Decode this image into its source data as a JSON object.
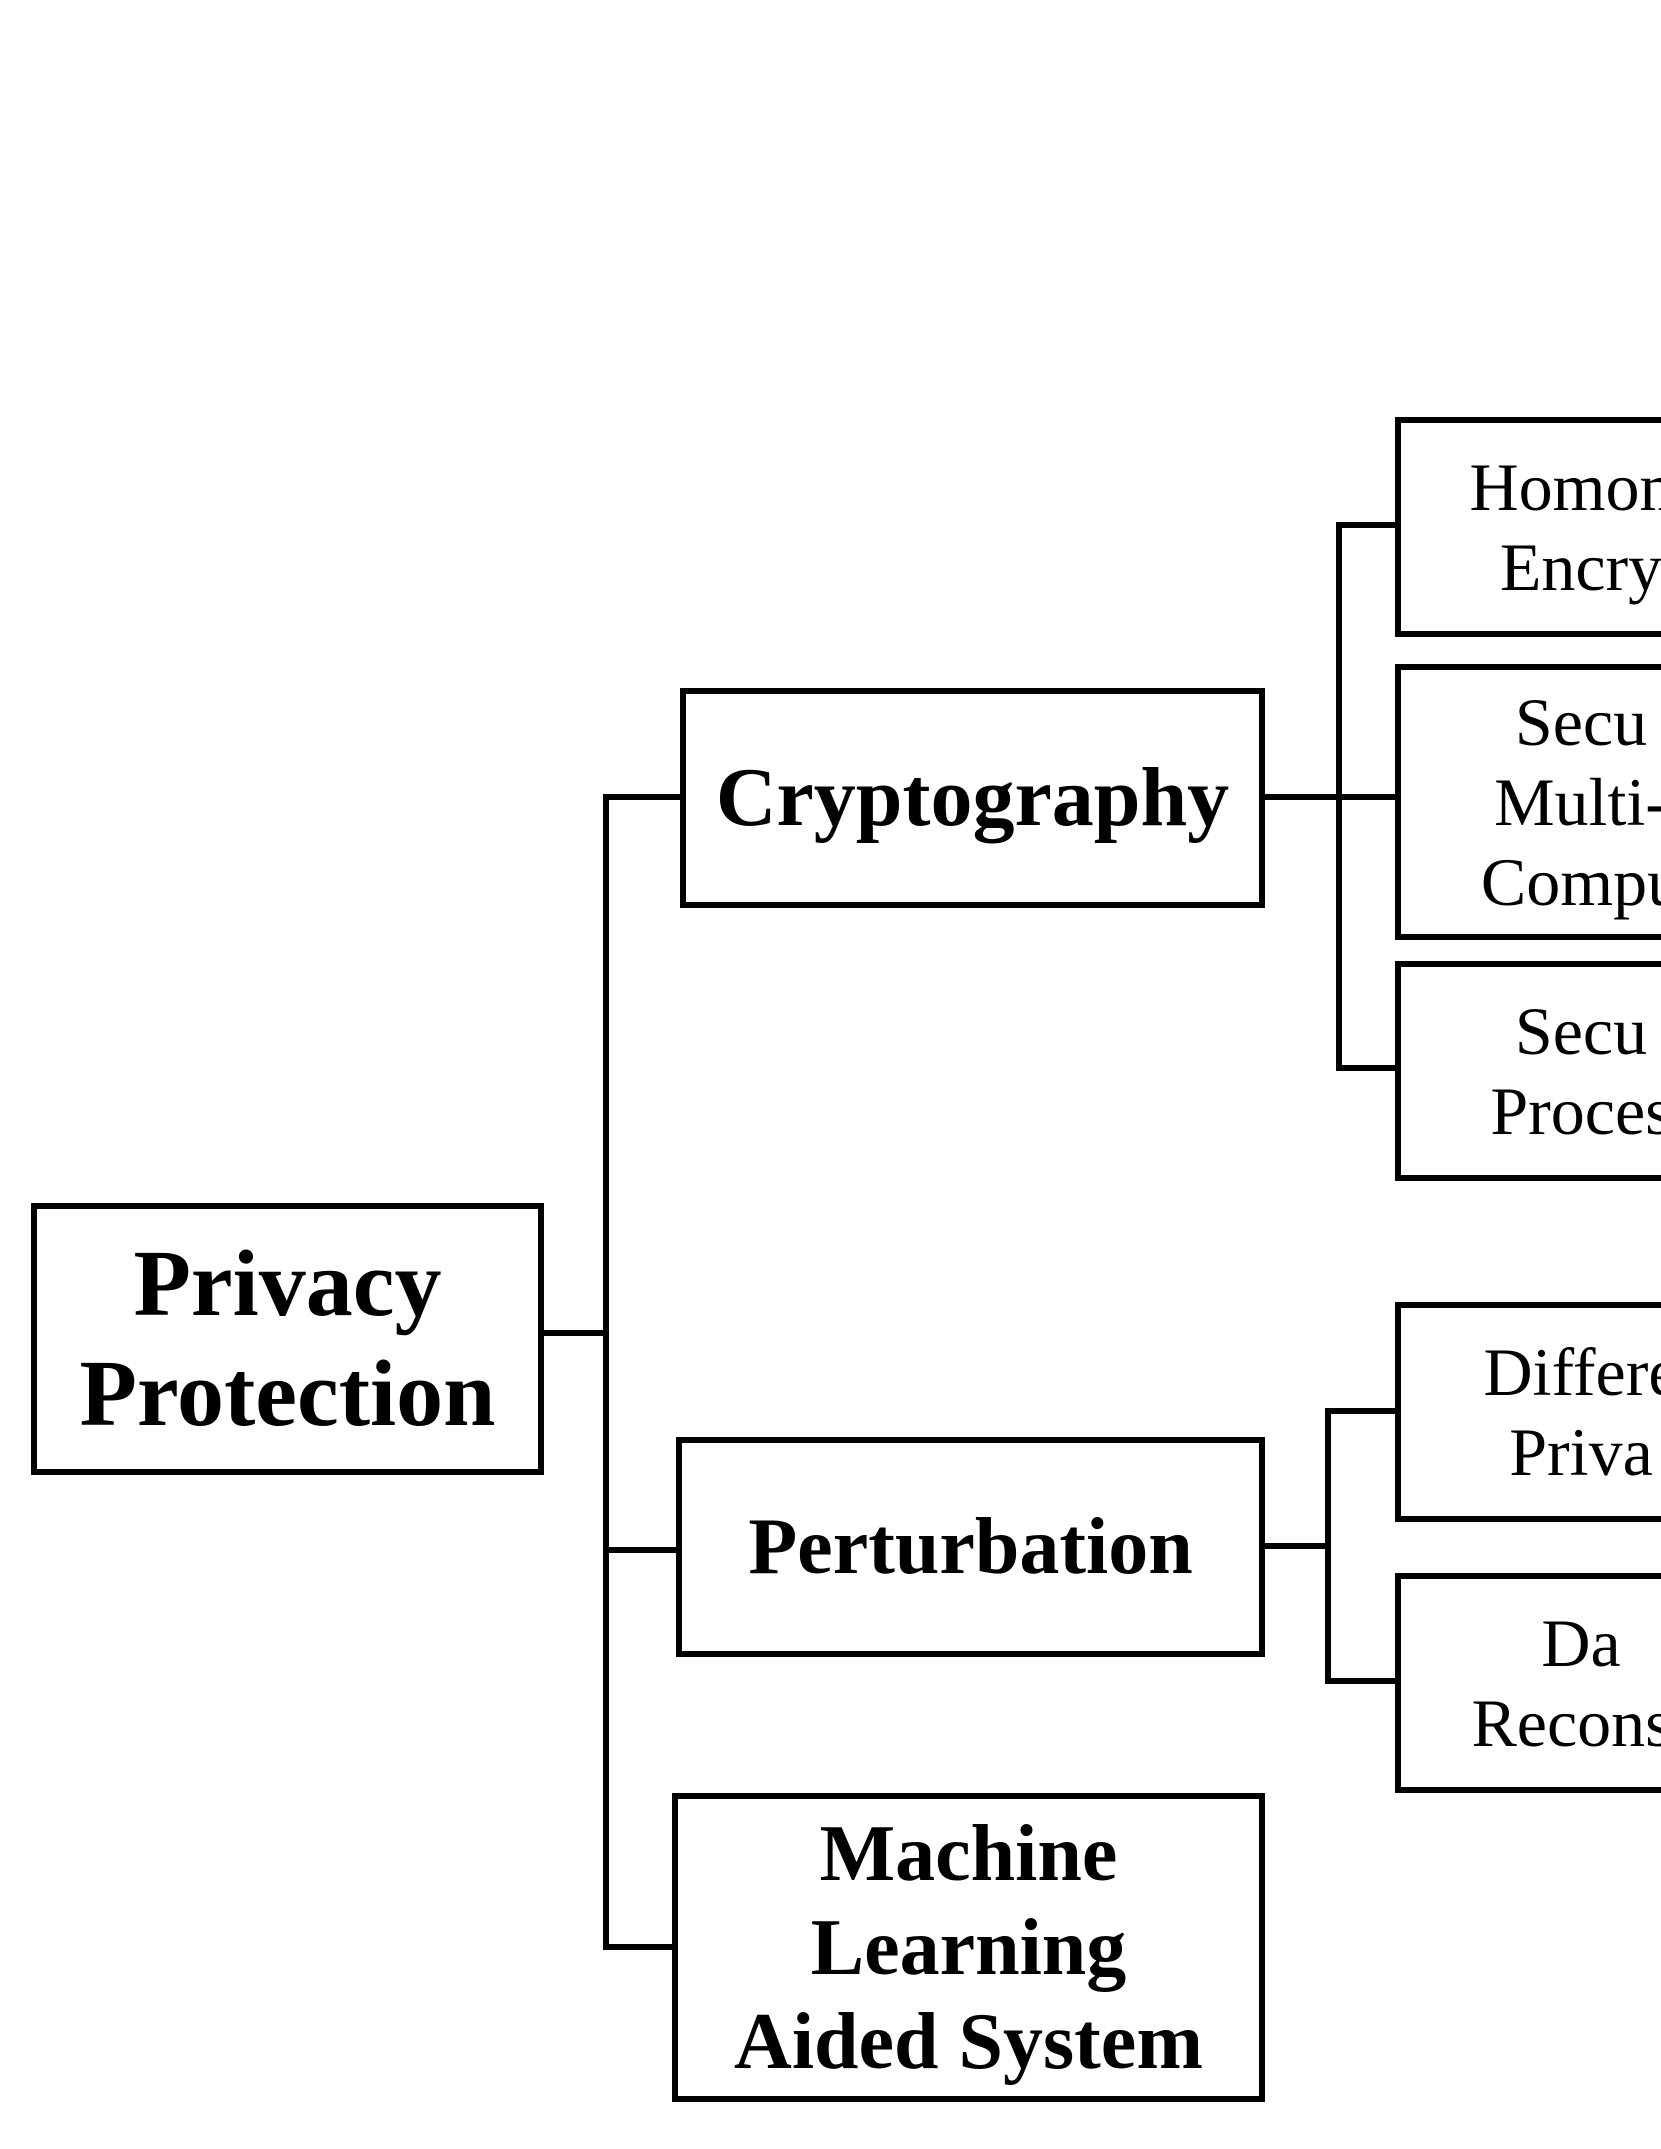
{
  "root": {
    "label": "Privacy\nProtection"
  },
  "categories": [
    {
      "key": "cryptography",
      "label": "Cryptography"
    },
    {
      "key": "perturbation",
      "label": "Perturbation"
    },
    {
      "key": "ml-aided",
      "label": "Machine\nLearning\nAided System"
    }
  ],
  "leaves": [
    {
      "key": "homomorphic-encryption",
      "label": "Homom\nEncry"
    },
    {
      "key": "secure-multiparty-computation",
      "label": "Secu\nMulti-\nCompu"
    },
    {
      "key": "secure-processor",
      "label": "Secu\nProces"
    },
    {
      "key": "differential-privacy",
      "label": "Differe\nPriva"
    },
    {
      "key": "data-reconstruction",
      "label": "Da\nReconst"
    }
  ]
}
